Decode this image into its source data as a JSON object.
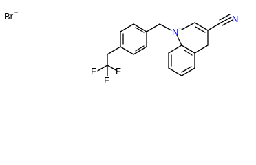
{
  "molecule": {
    "counter_ion": {
      "symbol": "Br",
      "charge": "−"
    },
    "atoms": {
      "quinolinium_n": {
        "symbol": "N",
        "charge": "+",
        "color": "#0000ff"
      },
      "nitrile_n": {
        "symbol": "N",
        "color": "#0000ff"
      },
      "fluorine_1": {
        "symbol": "F"
      },
      "fluorine_2": {
        "symbol": "F"
      },
      "fluorine_3": {
        "symbol": "F"
      }
    },
    "bond_color": "#000000"
  }
}
